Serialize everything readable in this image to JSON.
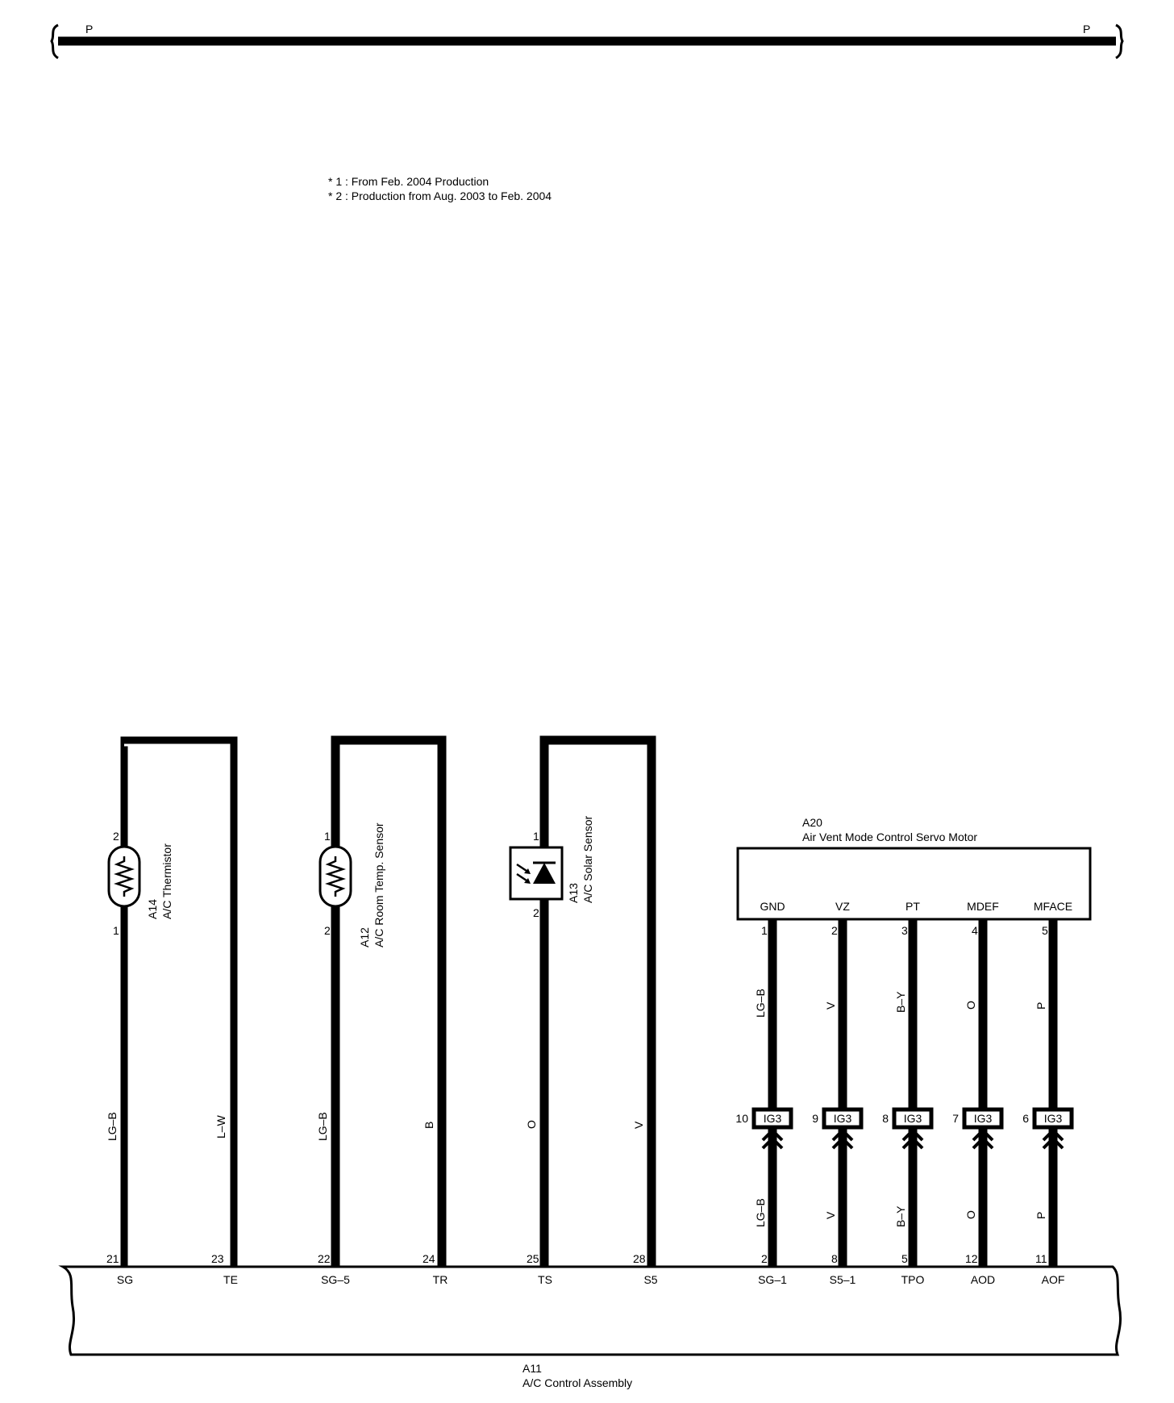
{
  "top_bus": {
    "left_label": "P",
    "right_label": "P"
  },
  "notes": [
    "* 1 : From Feb.  2004 Production",
    "* 2 : Production from Aug.  2003 to Feb.  2004"
  ],
  "components": {
    "a14": {
      "code": "A14",
      "name": "A/C Thermistor",
      "pin_top": "2",
      "pin_bottom": "1"
    },
    "a12": {
      "code": "A12",
      "name": "A/C Room Temp.  Sensor",
      "pin_top": "1",
      "pin_bottom": "2"
    },
    "a13": {
      "code": "A13",
      "name": "A/C Solar Sensor",
      "pin_top": "1",
      "pin_bottom": "2"
    },
    "a20": {
      "code": "A20",
      "name": "Air Vent Mode Control Servo Motor",
      "terminals": [
        {
          "name": "GND",
          "pin": "1"
        },
        {
          "name": "VZ",
          "pin": "2"
        },
        {
          "name": "PT",
          "pin": "3"
        },
        {
          "name": "MDEF",
          "pin": "4"
        },
        {
          "name": "MFACE",
          "pin": "5"
        }
      ]
    }
  },
  "wires": [
    {
      "color": "LG–B",
      "terminal": "SG",
      "pin": "21"
    },
    {
      "color": "L–W",
      "terminal": "TE",
      "pin": "23"
    },
    {
      "color": "LG–B",
      "terminal": "SG–5",
      "pin": "22"
    },
    {
      "color": "B",
      "terminal": "TR",
      "pin": "24"
    },
    {
      "color": "O",
      "terminal": "TS",
      "pin": "25"
    },
    {
      "color": "V",
      "terminal": "S5",
      "pin": "28"
    }
  ],
  "servo_wires": [
    {
      "upper_color": "LG–B",
      "lower_color": "LG–B",
      "connector": "IG3",
      "conn_pin": "10",
      "terminal": "SG–1",
      "pin": "2"
    },
    {
      "upper_color": "V",
      "lower_color": "V",
      "connector": "IG3",
      "conn_pin": "9",
      "terminal": "S5–1",
      "pin": "8"
    },
    {
      "upper_color": "B–Y",
      "lower_color": "B–Y",
      "connector": "IG3",
      "conn_pin": "8",
      "terminal": "TPO",
      "pin": "5"
    },
    {
      "upper_color": "O",
      "lower_color": "O",
      "connector": "IG3",
      "conn_pin": "7",
      "terminal": "AOD",
      "pin": "12"
    },
    {
      "upper_color": "P",
      "lower_color": "P",
      "connector": "IG3",
      "conn_pin": "6",
      "terminal": "AOF",
      "pin": "11"
    }
  ],
  "control_assembly": {
    "code": "A11",
    "name": "A/C Control Assembly"
  }
}
